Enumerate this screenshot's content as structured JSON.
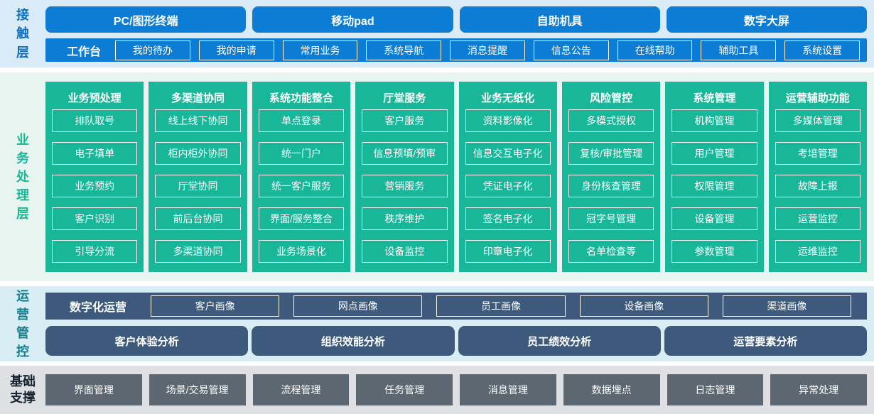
{
  "colors": {
    "accent_blue": "#0d7cd4",
    "accent_teal": "#18b79a",
    "accent_slate": "#3d5a7c",
    "accent_gray": "#5d6772",
    "band_contact_bg": "#d9ebf7",
    "band_business_bg": "#e7f4ef",
    "band_ops_bg": "#d9edf4",
    "band_foundation_bg": "#dee0e4"
  },
  "layers": {
    "contact": {
      "label": "接触层",
      "channels": [
        "PC/图形终端",
        "移动pad",
        "自助机具",
        "数字大屏"
      ],
      "workbench": {
        "label": "工作台",
        "items": [
          "我的待办",
          "我的申请",
          "常用业务",
          "系统导航",
          "消息提醒",
          "信息公告",
          "在线帮助",
          "辅助工具",
          "系统设置"
        ]
      }
    },
    "business": {
      "label": "业务处理层",
      "columns": [
        {
          "title": "业务预处理",
          "items": [
            "排队取号",
            "电子填单",
            "业务预约",
            "客户识别",
            "引导分流"
          ]
        },
        {
          "title": "多渠道协同",
          "items": [
            "线上线下协同",
            "柜内柜外协同",
            "厅堂协同",
            "前后台协同",
            "多渠道协同"
          ]
        },
        {
          "title": "系统功能整合",
          "items": [
            "单点登录",
            "统一门户",
            "统一客户服务",
            "界面/服务整合",
            "业务场景化"
          ]
        },
        {
          "title": "厅堂服务",
          "items": [
            "客户服务",
            "信息预填/预审",
            "营销服务",
            "秩序维护",
            "设备监控"
          ]
        },
        {
          "title": "业务无纸化",
          "items": [
            "资料影像化",
            "信息交互电子化",
            "凭证电子化",
            "签名电子化",
            "印章电子化"
          ]
        },
        {
          "title": "风险管控",
          "items": [
            "多模式授权",
            "复核/审批管理",
            "身份核查管理",
            "冠字号管理",
            "名单检查等"
          ]
        },
        {
          "title": "系统管理",
          "items": [
            "机构管理",
            "用户管理",
            "权限管理",
            "设备管理",
            "参数管理"
          ]
        },
        {
          "title": "运营辅助功能",
          "items": [
            "多媒体管理",
            "考培管理",
            "故障上报",
            "运营监控",
            "运维监控"
          ]
        }
      ]
    },
    "operations": {
      "label": "运营管控",
      "digital": {
        "label": "数字化运营",
        "items": [
          "客户画像",
          "网点画像",
          "员工画像",
          "设备画像",
          "渠道画像"
        ]
      },
      "analysis": [
        "客户体验分析",
        "组织效能分析",
        "员工绩效分析",
        "运营要素分析"
      ]
    },
    "foundation": {
      "label": "基础支撑",
      "items": [
        "界面管理",
        "场景/交易管理",
        "流程管理",
        "任务管理",
        "消息管理",
        "数据埋点",
        "日志管理",
        "异常处理"
      ]
    }
  }
}
